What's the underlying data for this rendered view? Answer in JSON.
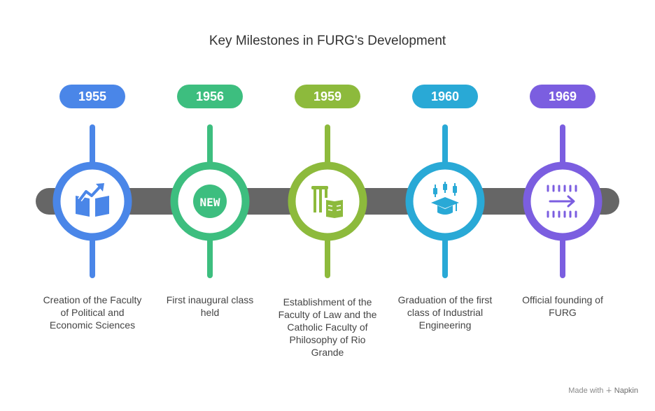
{
  "title": "Key Milestones in FURG's Development",
  "milestones": [
    {
      "year": "1955",
      "description": "Creation of the Faculty of Political and Economic Sciences",
      "color": "#4A86E8",
      "icon": "growth-chart-icon"
    },
    {
      "year": "1956",
      "description": "First inaugural class held",
      "color": "#3DBE7F",
      "icon": "new-badge-icon"
    },
    {
      "year": "1959",
      "description": "Establishment of the Faculty of Law and the Catholic Faculty of Philosophy of Rio Grande",
      "color": "#8DBA3C",
      "icon": "column-book-icon"
    },
    {
      "year": "1960",
      "description": "Graduation of the first class of Industrial Engineering",
      "color": "#29A9D6",
      "icon": "graduation-cap-icon"
    },
    {
      "year": "1969",
      "description": "Official founding of FURG",
      "color": "#7B5EE0",
      "icon": "arrow-forward-icon"
    }
  ],
  "new_badge_text": "NEW",
  "footer": {
    "made_with": "Made with",
    "brand": "Napkin"
  }
}
